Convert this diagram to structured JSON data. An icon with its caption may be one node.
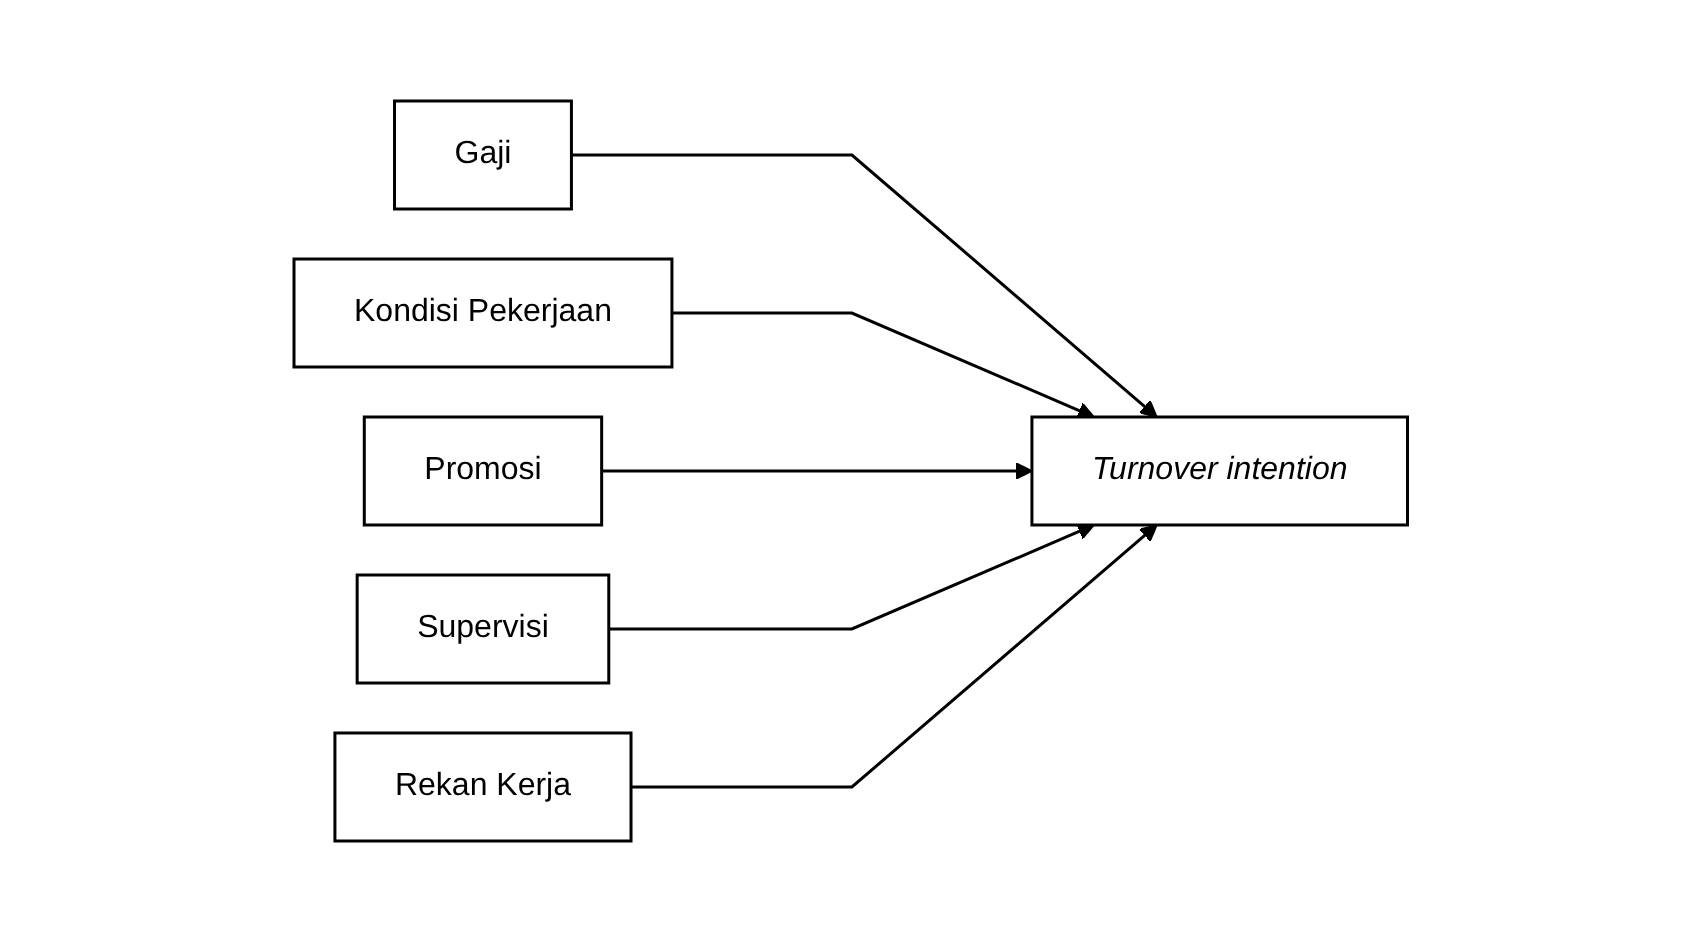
{
  "diagram": {
    "nodes": [
      {
        "text": [
          "Gaji"
        ]
      },
      {
        "text": [
          "Kondisi Pekerjaan"
        ]
      },
      {
        "text": [
          "Promosi"
        ]
      },
      {
        "text": [
          "Supervisi"
        ]
      },
      {
        "text": [
          "Rekan Kerja"
        ]
      },
      {
        "text": [
          "Turnover intention"
        ]
      }
    ],
    "edges": [
      {
        "from": 0,
        "to": 5,
        "arrow": "to"
      },
      {
        "from": 1,
        "to": 5,
        "arrow": "to"
      },
      {
        "from": 2,
        "to": 5,
        "arrow": "to"
      },
      {
        "from": 3,
        "to": 5,
        "arrow": "to"
      },
      {
        "from": 4,
        "to": 5,
        "arrow": "to"
      }
    ]
  }
}
